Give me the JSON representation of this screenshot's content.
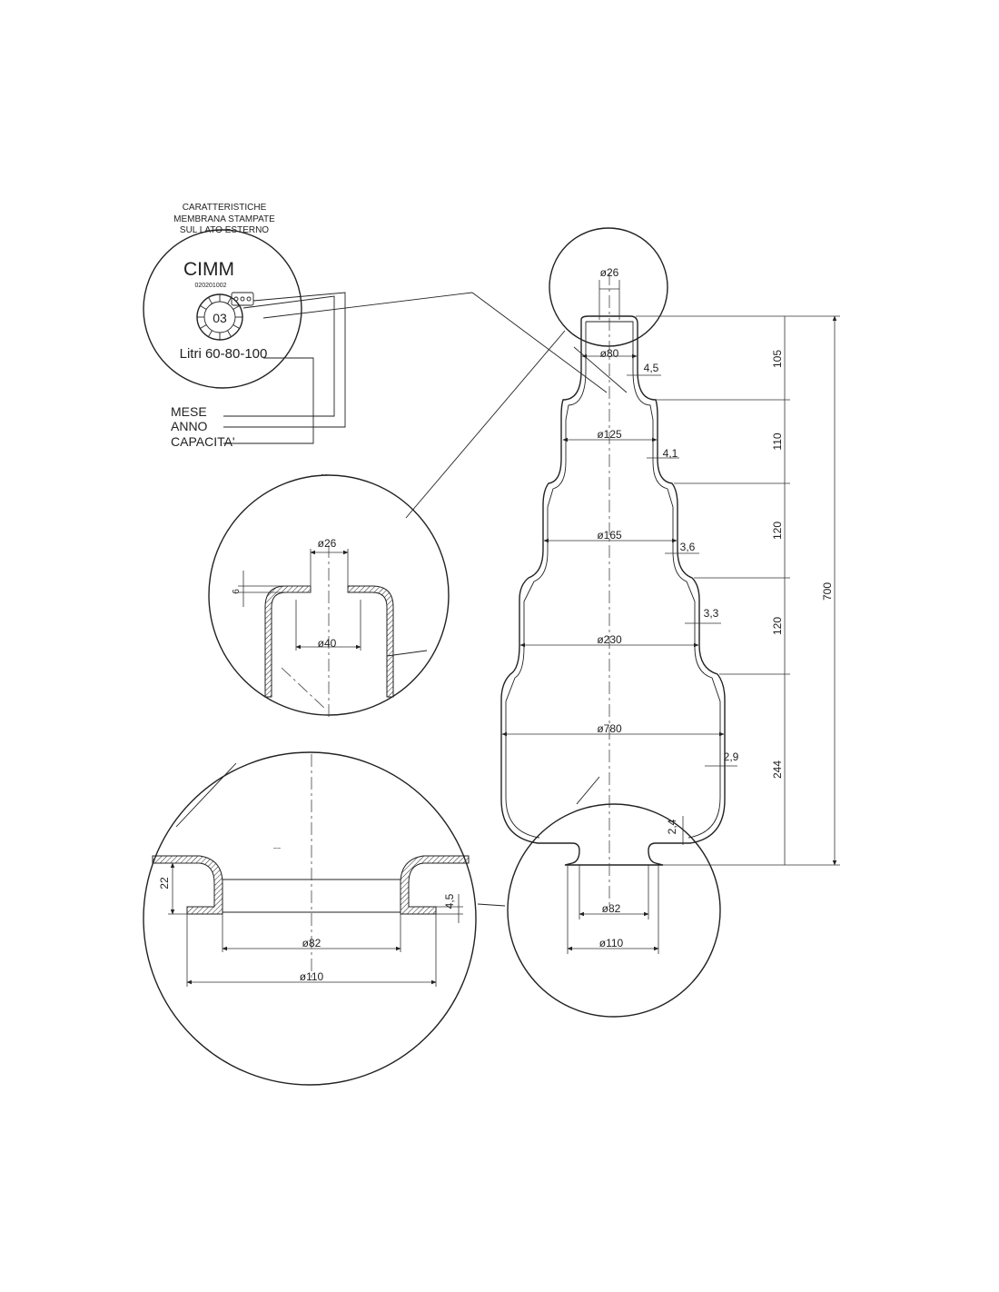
{
  "legend": {
    "header_line1": "CARATTERISTICHE",
    "header_line2": "MEMBRANA STAMPATE",
    "header_line3": "SUL LATO ESTERNO",
    "brand": "CIMM",
    "code": "020201002",
    "dial_number": "03",
    "capacity": "Litri 60-80-100",
    "label_month": "MESE",
    "label_year": "ANNO",
    "label_capacity": "CAPACITA'"
  },
  "main_view": {
    "d_top": "ø26",
    "d_neck": "ø80",
    "d_step2": "ø125",
    "d_step3": "ø165",
    "d_step4": "ø230",
    "d_body": "ø780",
    "d_bottom_inner": "ø82",
    "d_bottom_outer": "ø110",
    "t_neck": "4,5",
    "t_step2": "4,1",
    "t_step3": "3,6",
    "t_step4": "3,3",
    "t_body": "2,9",
    "t_bottom": "2,4",
    "h1": "105",
    "h2": "110",
    "h3": "120",
    "h4": "120",
    "h5": "244",
    "h_total": "700"
  },
  "detail_top": {
    "d_hole": "ø26",
    "d_inner": "ø40",
    "h_lip": "6"
  },
  "detail_bottom": {
    "d_inner": "ø82",
    "d_outer": "ø110",
    "h_flange": "22",
    "t_flange": "4,5"
  }
}
